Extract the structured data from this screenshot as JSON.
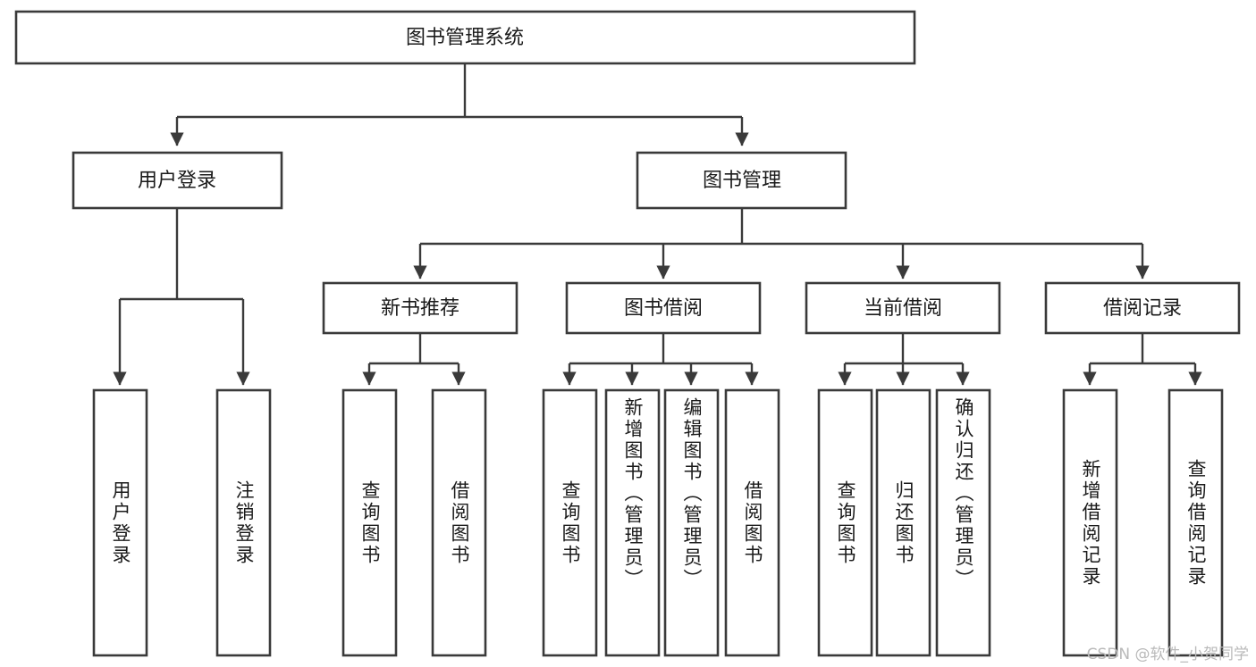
{
  "diagram": {
    "title": "图书管理系统",
    "type": "tree-hierarchy-chart",
    "root": {
      "id": "root",
      "label": "图书管理系统",
      "orientation": "horizontal"
    },
    "level2": [
      {
        "id": "user-login",
        "label": "用户登录",
        "orientation": "horizontal"
      },
      {
        "id": "book-manage",
        "label": "图书管理",
        "orientation": "horizontal"
      }
    ],
    "level3": [
      {
        "id": "new-book-recommend",
        "label": "新书推荐",
        "orientation": "horizontal"
      },
      {
        "id": "book-borrow",
        "label": "图书借阅",
        "orientation": "horizontal"
      },
      {
        "id": "current-borrow",
        "label": "当前借阅",
        "orientation": "horizontal"
      },
      {
        "id": "borrow-record",
        "label": "借阅记录",
        "orientation": "horizontal"
      }
    ],
    "leaves": [
      {
        "id": "leaf-user-login",
        "label": "用户登录",
        "parent": "user-login",
        "orientation": "vertical"
      },
      {
        "id": "leaf-logout-login",
        "label": "注销登录",
        "parent": "user-login",
        "orientation": "vertical"
      },
      {
        "id": "leaf-query-book-1",
        "label": "查询图书",
        "parent": "new-book-recommend",
        "orientation": "vertical"
      },
      {
        "id": "leaf-borrow-book-1",
        "label": "借阅图书",
        "parent": "new-book-recommend",
        "orientation": "vertical"
      },
      {
        "id": "leaf-query-book-2",
        "label": "查询图书",
        "parent": "book-borrow",
        "orientation": "vertical"
      },
      {
        "id": "leaf-add-book",
        "label": "新增图书（管理员）",
        "parent": "book-borrow",
        "orientation": "vertical"
      },
      {
        "id": "leaf-edit-book",
        "label": "编辑图书（管理员）",
        "parent": "book-borrow",
        "orientation": "vertical"
      },
      {
        "id": "leaf-borrow-book-2",
        "label": "借阅图书",
        "parent": "book-borrow",
        "orientation": "vertical"
      },
      {
        "id": "leaf-query-book-3",
        "label": "查询图书",
        "parent": "current-borrow",
        "orientation": "vertical"
      },
      {
        "id": "leaf-return-book",
        "label": "归还图书",
        "parent": "current-borrow",
        "orientation": "vertical"
      },
      {
        "id": "leaf-confirm-return",
        "label": "确认归还（管理员）",
        "parent": "current-borrow",
        "orientation": "vertical"
      },
      {
        "id": "leaf-add-record",
        "label": "新增借阅记录",
        "parent": "borrow-record",
        "orientation": "vertical"
      },
      {
        "id": "leaf-query-record",
        "label": "查询借阅记录",
        "parent": "borrow-record",
        "orientation": "vertical"
      }
    ],
    "colors": {
      "box_fill": "#ffffff",
      "box_stroke": "#3a3a3a",
      "text": "#1a1a1a",
      "connector": "#3a3a3a",
      "background": "#ffffff",
      "watermark": "#b9b9b9"
    }
  },
  "watermark": {
    "text": "CSDN @软件_小贺同学"
  }
}
